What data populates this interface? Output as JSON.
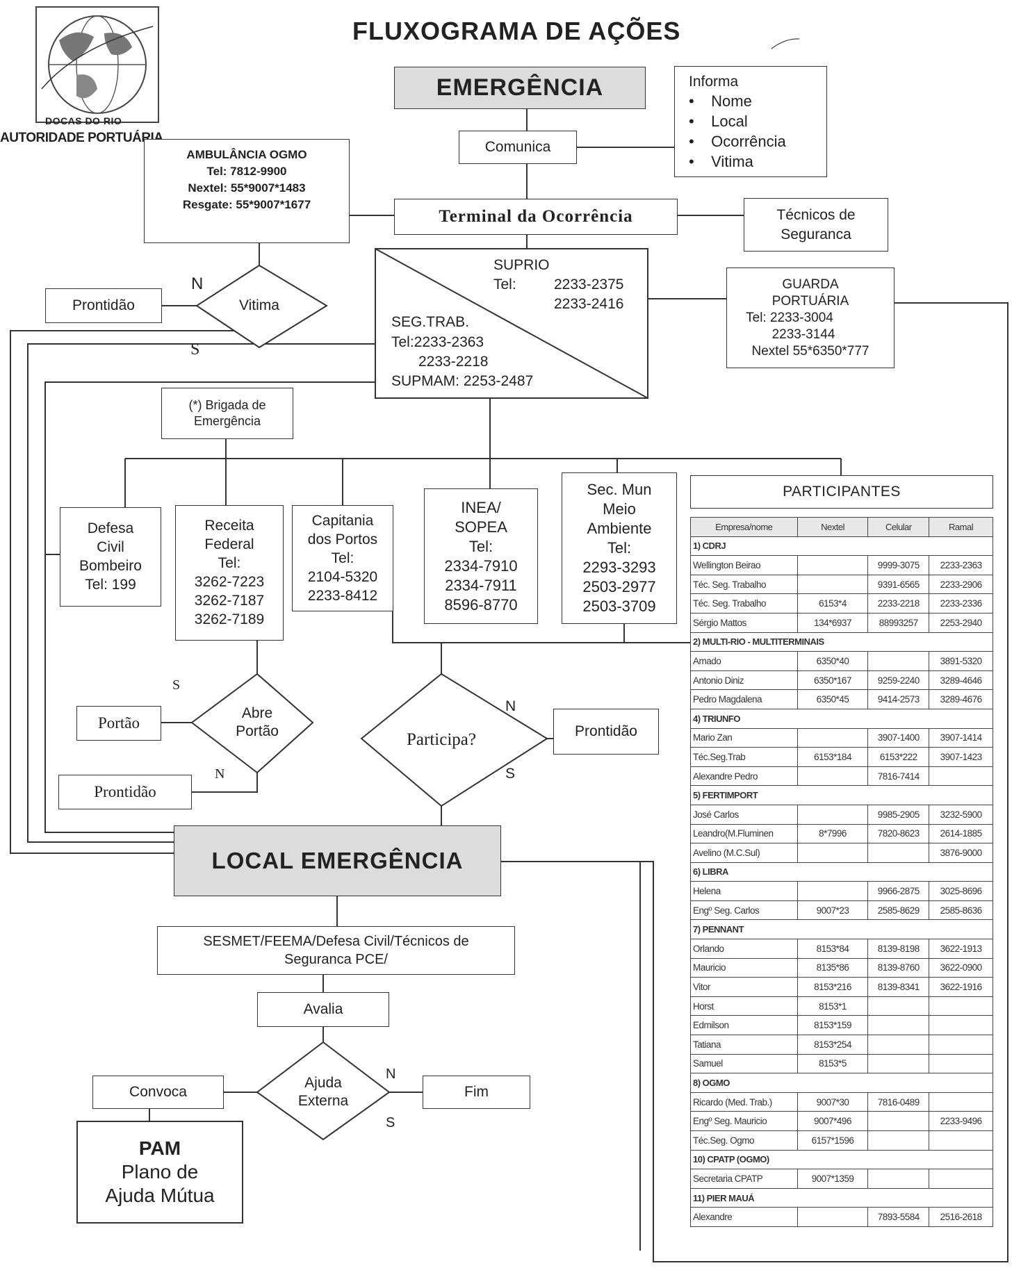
{
  "header": {
    "title": "FLUXOGRAMA DE AÇÕES"
  },
  "logo": {
    "line1": "DOCAS DO RIO",
    "line2": "AUTORIDADE PORTUÁRIA"
  },
  "emergencia": {
    "label": "EMERGÊNCIA"
  },
  "informa": {
    "title": "Informa",
    "items": [
      "Nome",
      "Local",
      "Ocorrência",
      "Vitima"
    ]
  },
  "comunica": {
    "label": "Comunica"
  },
  "ambulancia": {
    "title": "AMBULÂNCIA OGMO",
    "tel": "Tel: 7812-9900",
    "nextel": "Nextel: 55*9007*1483",
    "resgate": "Resgate: 55*9007*1677"
  },
  "terminal": {
    "label": "Terminal da Ocorrência"
  },
  "tecnicos": {
    "line1": "Técnicos de",
    "line2": "Seguranca"
  },
  "suprio": {
    "title": "SUPRIO",
    "tel_label": "Tel:",
    "tel1": "2233-2375",
    "tel2": "2233-2416",
    "segtrab": "SEG.TRAB.",
    "segtrab_tel1": "Tel:2233-2363",
    "segtrab_tel2": "2233-2218",
    "supmam": "SUPMAM: 2253-2487"
  },
  "guarda": {
    "line1": "GUARDA",
    "line2": "PORTUÁRIA",
    "tel1": "Tel: 2233-3004",
    "tel2": "2233-3144",
    "nextel": "Nextel 55*6350*777"
  },
  "vitima_decision": {
    "label": "Vitima",
    "n": "N",
    "s": "S"
  },
  "prontidao_top": {
    "label": "Prontidão"
  },
  "brigada": {
    "line1": "(*) Brigada de",
    "line2": "Emergência"
  },
  "defesa_civil": {
    "lines": [
      "Defesa",
      "Civil",
      "Bombeiro",
      "Tel: 199"
    ]
  },
  "receita": {
    "lines": [
      "Receita",
      "Federal",
      "Tel:",
      "3262-7223",
      "3262-7187",
      "3262-7189"
    ]
  },
  "capitania": {
    "lines": [
      "Capitania",
      "dos Portos",
      "Tel:",
      "2104-5320",
      "2233-8412"
    ]
  },
  "inea": {
    "lines": [
      "INEA/",
      "SOPEA",
      "Tel:",
      "2334-7910",
      "2334-7911",
      "8596-8770"
    ]
  },
  "sec_mun": {
    "lines": [
      "Sec. Mun",
      "Meio",
      "Ambiente",
      "Tel:",
      "2293-3293",
      "2503-2977",
      "2503-3709"
    ]
  },
  "participantes": {
    "title": "PARTICIPANTES"
  },
  "table": {
    "headers": [
      "Empresa/nome",
      "Nextel",
      "Celular",
      "Ramal"
    ],
    "rows": [
      {
        "group": "1) CDRJ"
      },
      {
        "cells": [
          "Wellington Beirao",
          "",
          "9999-3075",
          "2233-2363"
        ]
      },
      {
        "cells": [
          "Téc. Seg. Trabalho",
          "",
          "9391-6565",
          "2233-2906"
        ]
      },
      {
        "cells": [
          "Téc. Seg. Trabalho",
          "6153*4",
          "2233-2218",
          "2233-2336"
        ]
      },
      {
        "cells": [
          "Sérgio Mattos",
          "134*6937",
          "88993257",
          "2253-2940"
        ]
      },
      {
        "group": "2) MULTI-RIO - MULTITERMINAIS"
      },
      {
        "cells": [
          "Amado",
          "6350*40",
          "",
          "3891-5320"
        ]
      },
      {
        "cells": [
          "Antonio Diniz",
          "6350*167",
          "9259-2240",
          "3289-4646"
        ]
      },
      {
        "cells": [
          "Pedro Magdalena",
          "6350*45",
          "9414-2573",
          "3289-4676"
        ]
      },
      {
        "group": "4) TRIUNFO"
      },
      {
        "cells": [
          "Mario Zan",
          "",
          "3907-1400",
          "3907-1414"
        ]
      },
      {
        "cells": [
          "Téc.Seg.Trab",
          "6153*184",
          "6153*222",
          "3907-1423"
        ]
      },
      {
        "cells": [
          "Alexandre Pedro",
          "",
          "7816-7414",
          ""
        ]
      },
      {
        "group": "5) FERTIMPORT"
      },
      {
        "cells": [
          "José Carlos",
          "",
          "9985-2905",
          "3232-5900"
        ]
      },
      {
        "cells": [
          "Leandro(M.Fluminen",
          "8*7996",
          "7820-8623",
          "2614-1885"
        ]
      },
      {
        "cells": [
          "Avelino (M.C.Sul)",
          "",
          "",
          "3876-9000"
        ]
      },
      {
        "group": "6) LIBRA"
      },
      {
        "cells": [
          "Helena",
          "",
          "9966-2875",
          "3025-8696"
        ]
      },
      {
        "cells": [
          "Engº Seg. Carlos",
          "9007*23",
          "2585-8629",
          "2585-8636"
        ]
      },
      {
        "group": "7) PENNANT"
      },
      {
        "cells": [
          "Orlando",
          "8153*84",
          "8139-8198",
          "3622-1913"
        ]
      },
      {
        "cells": [
          "Mauricio",
          "8135*86",
          "8139-8760",
          "3622-0900"
        ]
      },
      {
        "cells": [
          "Vitor",
          "8153*216",
          "8139-8341",
          "3622-1916"
        ]
      },
      {
        "cells": [
          "Horst",
          "8153*1",
          "",
          ""
        ]
      },
      {
        "cells": [
          "Edmilson",
          "8153*159",
          "",
          ""
        ]
      },
      {
        "cells": [
          "Tatiana",
          "8153*254",
          "",
          ""
        ]
      },
      {
        "cells": [
          "Samuel",
          "8153*5",
          "",
          ""
        ]
      },
      {
        "group": "8) OGMO"
      },
      {
        "cells": [
          "Ricardo (Med. Trab.)",
          "9007*30",
          "7816-0489",
          ""
        ]
      },
      {
        "cells": [
          "Engº Seg. Mauricio",
          "9007*496",
          "",
          "2233-9496"
        ]
      },
      {
        "cells": [
          "Téc.Seg. Ogmo",
          "6157*1596",
          "",
          ""
        ]
      },
      {
        "group": "10) CPATP (OGMO)"
      },
      {
        "cells": [
          "Secretaria CPATP",
          "9007*1359",
          "",
          ""
        ]
      },
      {
        "group": "11) PIER MAUÁ"
      },
      {
        "cells": [
          "Alexandre",
          "",
          "7893-5584",
          "2516-2618"
        ]
      }
    ]
  },
  "abre_portao": {
    "line1": "Abre",
    "line2": "Portão",
    "s": "S",
    "n": "N"
  },
  "portao": {
    "label": "Portão"
  },
  "prontidao_left": {
    "label": "Prontidão"
  },
  "participa": {
    "label": "Participa?",
    "n": "N",
    "s": "S"
  },
  "prontidao_right": {
    "label": "Prontidão"
  },
  "local": {
    "label": "LOCAL EMERGÊNCIA"
  },
  "sesmet": {
    "line1": "SESMET/FEEMA/Defesa Civil/Técnicos de",
    "line2": "Seguranca PCE/"
  },
  "avalia": {
    "label": "Avalia"
  },
  "ajuda": {
    "line1": "Ajuda",
    "line2": "Externa",
    "n": "N",
    "s": "S"
  },
  "convoca": {
    "label": "Convoca"
  },
  "fim": {
    "label": "Fim"
  },
  "pam": {
    "title": "PAM",
    "line1": "Plano de",
    "line2": "Ajuda Mútua"
  }
}
